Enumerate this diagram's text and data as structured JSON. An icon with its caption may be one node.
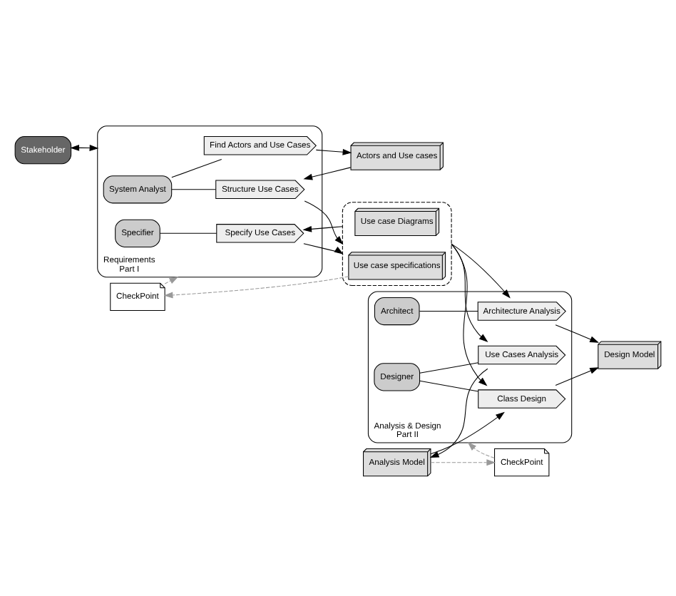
{
  "diagram": {
    "nodes": [
      {
        "text": [
          "Stakeholder"
        ]
      },
      {
        "text": [
          "Requirements",
          "Part I"
        ]
      },
      {
        "text": [
          "System Analyst"
        ],
        "in": 1
      },
      {
        "text": [
          "Find Actors and Use Cases"
        ],
        "in": 1
      },
      {
        "text": [
          "Structure Use Cases"
        ],
        "in": 1
      },
      {
        "text": [
          "Specifier"
        ],
        "in": 1
      },
      {
        "text": [
          "Specify Use Cases"
        ],
        "in": 1
      },
      {
        "text": [
          "Actors and Use cases"
        ]
      },
      {
        "text": [],
        "shape": "box"
      },
      {
        "text": [
          "Use case Diagrams"
        ],
        "in": 8
      },
      {
        "text": [
          "Use case specifications"
        ],
        "in": 8
      },
      {
        "text": [
          "CheckPoint"
        ]
      },
      {
        "text": [
          "Analysis & Design",
          "Part II"
        ]
      },
      {
        "text": [
          "Designer"
        ],
        "in": 12
      },
      {
        "text": [
          "Use Cases Analysis"
        ],
        "in": 12
      },
      {
        "text": [
          "Class Design"
        ],
        "in": 12
      },
      {
        "text": [
          "Architect"
        ],
        "in": 12
      },
      {
        "text": [
          "Architecture Analysis"
        ],
        "in": 12
      },
      {
        "text": [
          "Analysis Model"
        ]
      },
      {
        "text": [
          "CheckPoint"
        ]
      },
      {
        "text": [
          "Design Model"
        ]
      }
    ],
    "edges": [
      {
        "from": 0,
        "to": 1,
        "arrow": "both"
      },
      {
        "from": 2,
        "to": 3,
        "arrow": "none"
      },
      {
        "from": 2,
        "to": 4,
        "arrow": "none"
      },
      {
        "from": 5,
        "to": 6,
        "arrow": "none"
      },
      {
        "from": 3,
        "to": 7,
        "arrow": "to"
      },
      {
        "from": 7,
        "to": 4,
        "arrow": "to"
      },
      {
        "from": 4,
        "to": 8,
        "arrow": "to"
      },
      {
        "from": 6,
        "to": 8,
        "arrow": "to"
      },
      {
        "from": 8,
        "to": 6,
        "arrow": "to"
      },
      {
        "from": 10,
        "to": 11,
        "arrow": "to",
        "style": "dashed",
        "color": "#999999"
      },
      {
        "from": 11,
        "to": 1,
        "arrow": "to",
        "style": "dashed",
        "color": "#999999"
      },
      {
        "from": 8,
        "to": 14,
        "arrow": "to"
      },
      {
        "from": 8,
        "to": 15,
        "arrow": "to"
      },
      {
        "from": 8,
        "to": 17,
        "arrow": "to"
      },
      {
        "from": 13,
        "to": 14,
        "arrow": "none"
      },
      {
        "from": 13,
        "to": 15,
        "arrow": "none"
      },
      {
        "from": 16,
        "to": 17,
        "arrow": "none"
      },
      {
        "from": 14,
        "to": 18,
        "arrow": "to"
      },
      {
        "from": 18,
        "to": 15,
        "arrow": "to"
      },
      {
        "from": 15,
        "to": 20,
        "arrow": "to"
      },
      {
        "from": 17,
        "to": 20,
        "arrow": "to"
      },
      {
        "from": 18,
        "to": 19,
        "arrow": "to",
        "style": "dashed",
        "color": "#999999"
      },
      {
        "from": 19,
        "to": 12,
        "arrow": "to",
        "style": "dashed",
        "color": "#999999"
      }
    ]
  }
}
